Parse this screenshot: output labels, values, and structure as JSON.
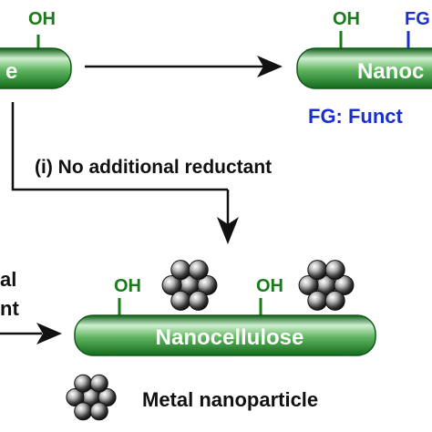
{
  "reagents": {
    "top_left_oh": "OH",
    "top_left_rod_text": "e",
    "top_right_oh": "OH",
    "top_right_fg": "FG",
    "top_right_rod_text": "Nanoc",
    "fg_legend": "FG: Funct",
    "condition_i": "(i) No additional reductant",
    "left_partial_line1": "al",
    "left_partial_line2": "nt"
  },
  "product": {
    "oh_left": "OH",
    "oh_right": "OH",
    "rod_label": "Nanocellulose"
  },
  "legend": {
    "nanoparticle_label": "Metal nanoparticle"
  },
  "colors": {
    "functional_group": "#1a2fd0",
    "hydroxyl": "#1b7a1b",
    "rod_dark": "#2e8b2e",
    "rod_light": "#c9eec9",
    "arrow": "#111111",
    "particle_dark": "#1e1e1e",
    "particle_light": "#f2f2f2"
  }
}
